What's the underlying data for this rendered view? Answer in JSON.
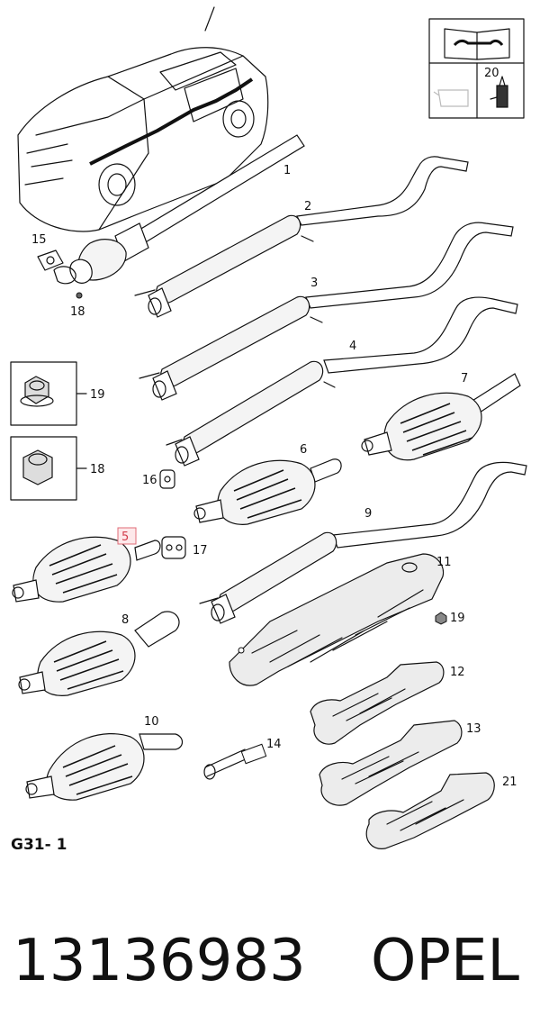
{
  "diagram": {
    "reference_code": "G31- 1",
    "part_number": "13136983",
    "brand": "OPEL",
    "highlighted_part": "5",
    "accent_color": "#e06b77",
    "legend": {
      "item": "20"
    },
    "callouts": {
      "c1": "1",
      "c2": "2",
      "c3": "3",
      "c4": "4",
      "c5": "5",
      "c6": "6",
      "c7": "7",
      "c8": "8",
      "c9": "9",
      "c10": "10",
      "c11": "11",
      "c12": "12",
      "c13": "13",
      "c14": "14",
      "c15": "15",
      "c16": "16",
      "c17": "17",
      "c18a": "18",
      "c18b": "18",
      "c19a": "19",
      "c19b": "19",
      "c21": "21"
    }
  }
}
